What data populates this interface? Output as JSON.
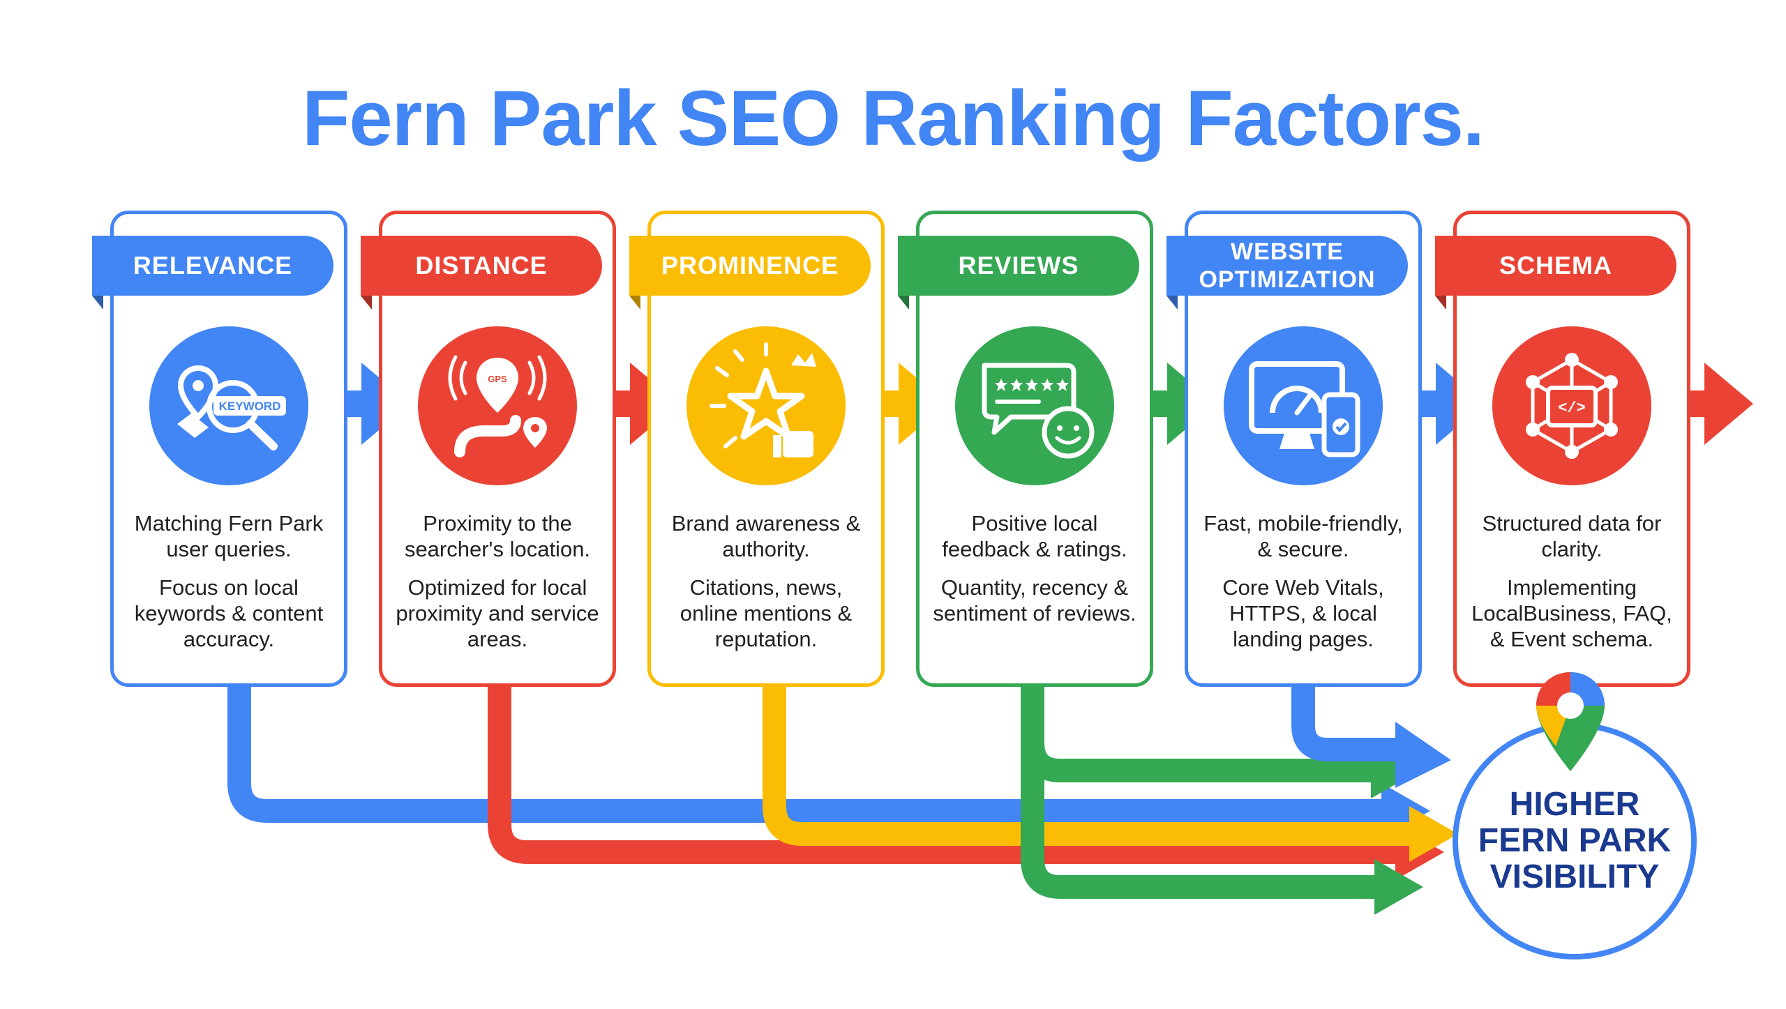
{
  "title": "Fern Park SEO Ranking Factors.",
  "colors": {
    "blue": "#4285F4",
    "red": "#EA4335",
    "yellow": "#FBBC04",
    "green": "#34A853",
    "title": "#4285F4",
    "result_text": "#1a3a8f"
  },
  "factors": [
    {
      "label": "RELEVANCE",
      "color": "#4285F4",
      "icon": "keyword-search-icon",
      "icon_text": "KEYWORD",
      "lines": [
        "Matching Fern Park user queries.",
        "Focus on local keywords & content accuracy."
      ]
    },
    {
      "label": "DISTANCE",
      "color": "#EA4335",
      "icon": "gps-route-icon",
      "icon_text": "GPS",
      "lines": [
        "Proximity to the searcher's location.",
        "Optimized for local proximity and service areas."
      ]
    },
    {
      "label": "PROMINENCE",
      "color": "#FBBC04",
      "icon": "star-crown-thumbs-up-icon",
      "icon_text": "",
      "lines": [
        "Brand awareness & authority.",
        "Citations, news, online mentions & reputation."
      ]
    },
    {
      "label": "REVIEWS",
      "color": "#34A853",
      "icon": "star-rating-smiley-icon",
      "icon_text": "",
      "lines": [
        "Positive local feedback & ratings.",
        "Quantity, recency & sentiment of reviews."
      ]
    },
    {
      "label": "WEBSITE\nOPTIMIZATION",
      "color": "#4285F4",
      "icon": "speed-monitor-mobile-icon",
      "icon_text": "",
      "lines": [
        "Fast, mobile-friendly, & secure.",
        "Core Web Vitals, HTTPS, & local landing pages."
      ]
    },
    {
      "label": "SCHEMA",
      "color": "#EA4335",
      "icon": "code-network-icon",
      "icon_text": "",
      "lines": [
        "Structured data for clarity.",
        "Implementing LocalBusiness, FAQ, & Event schema."
      ]
    }
  ],
  "result": {
    "text": "HIGHER\nFERN PARK\nVISIBILITY",
    "icon": "map-pin-icon"
  }
}
